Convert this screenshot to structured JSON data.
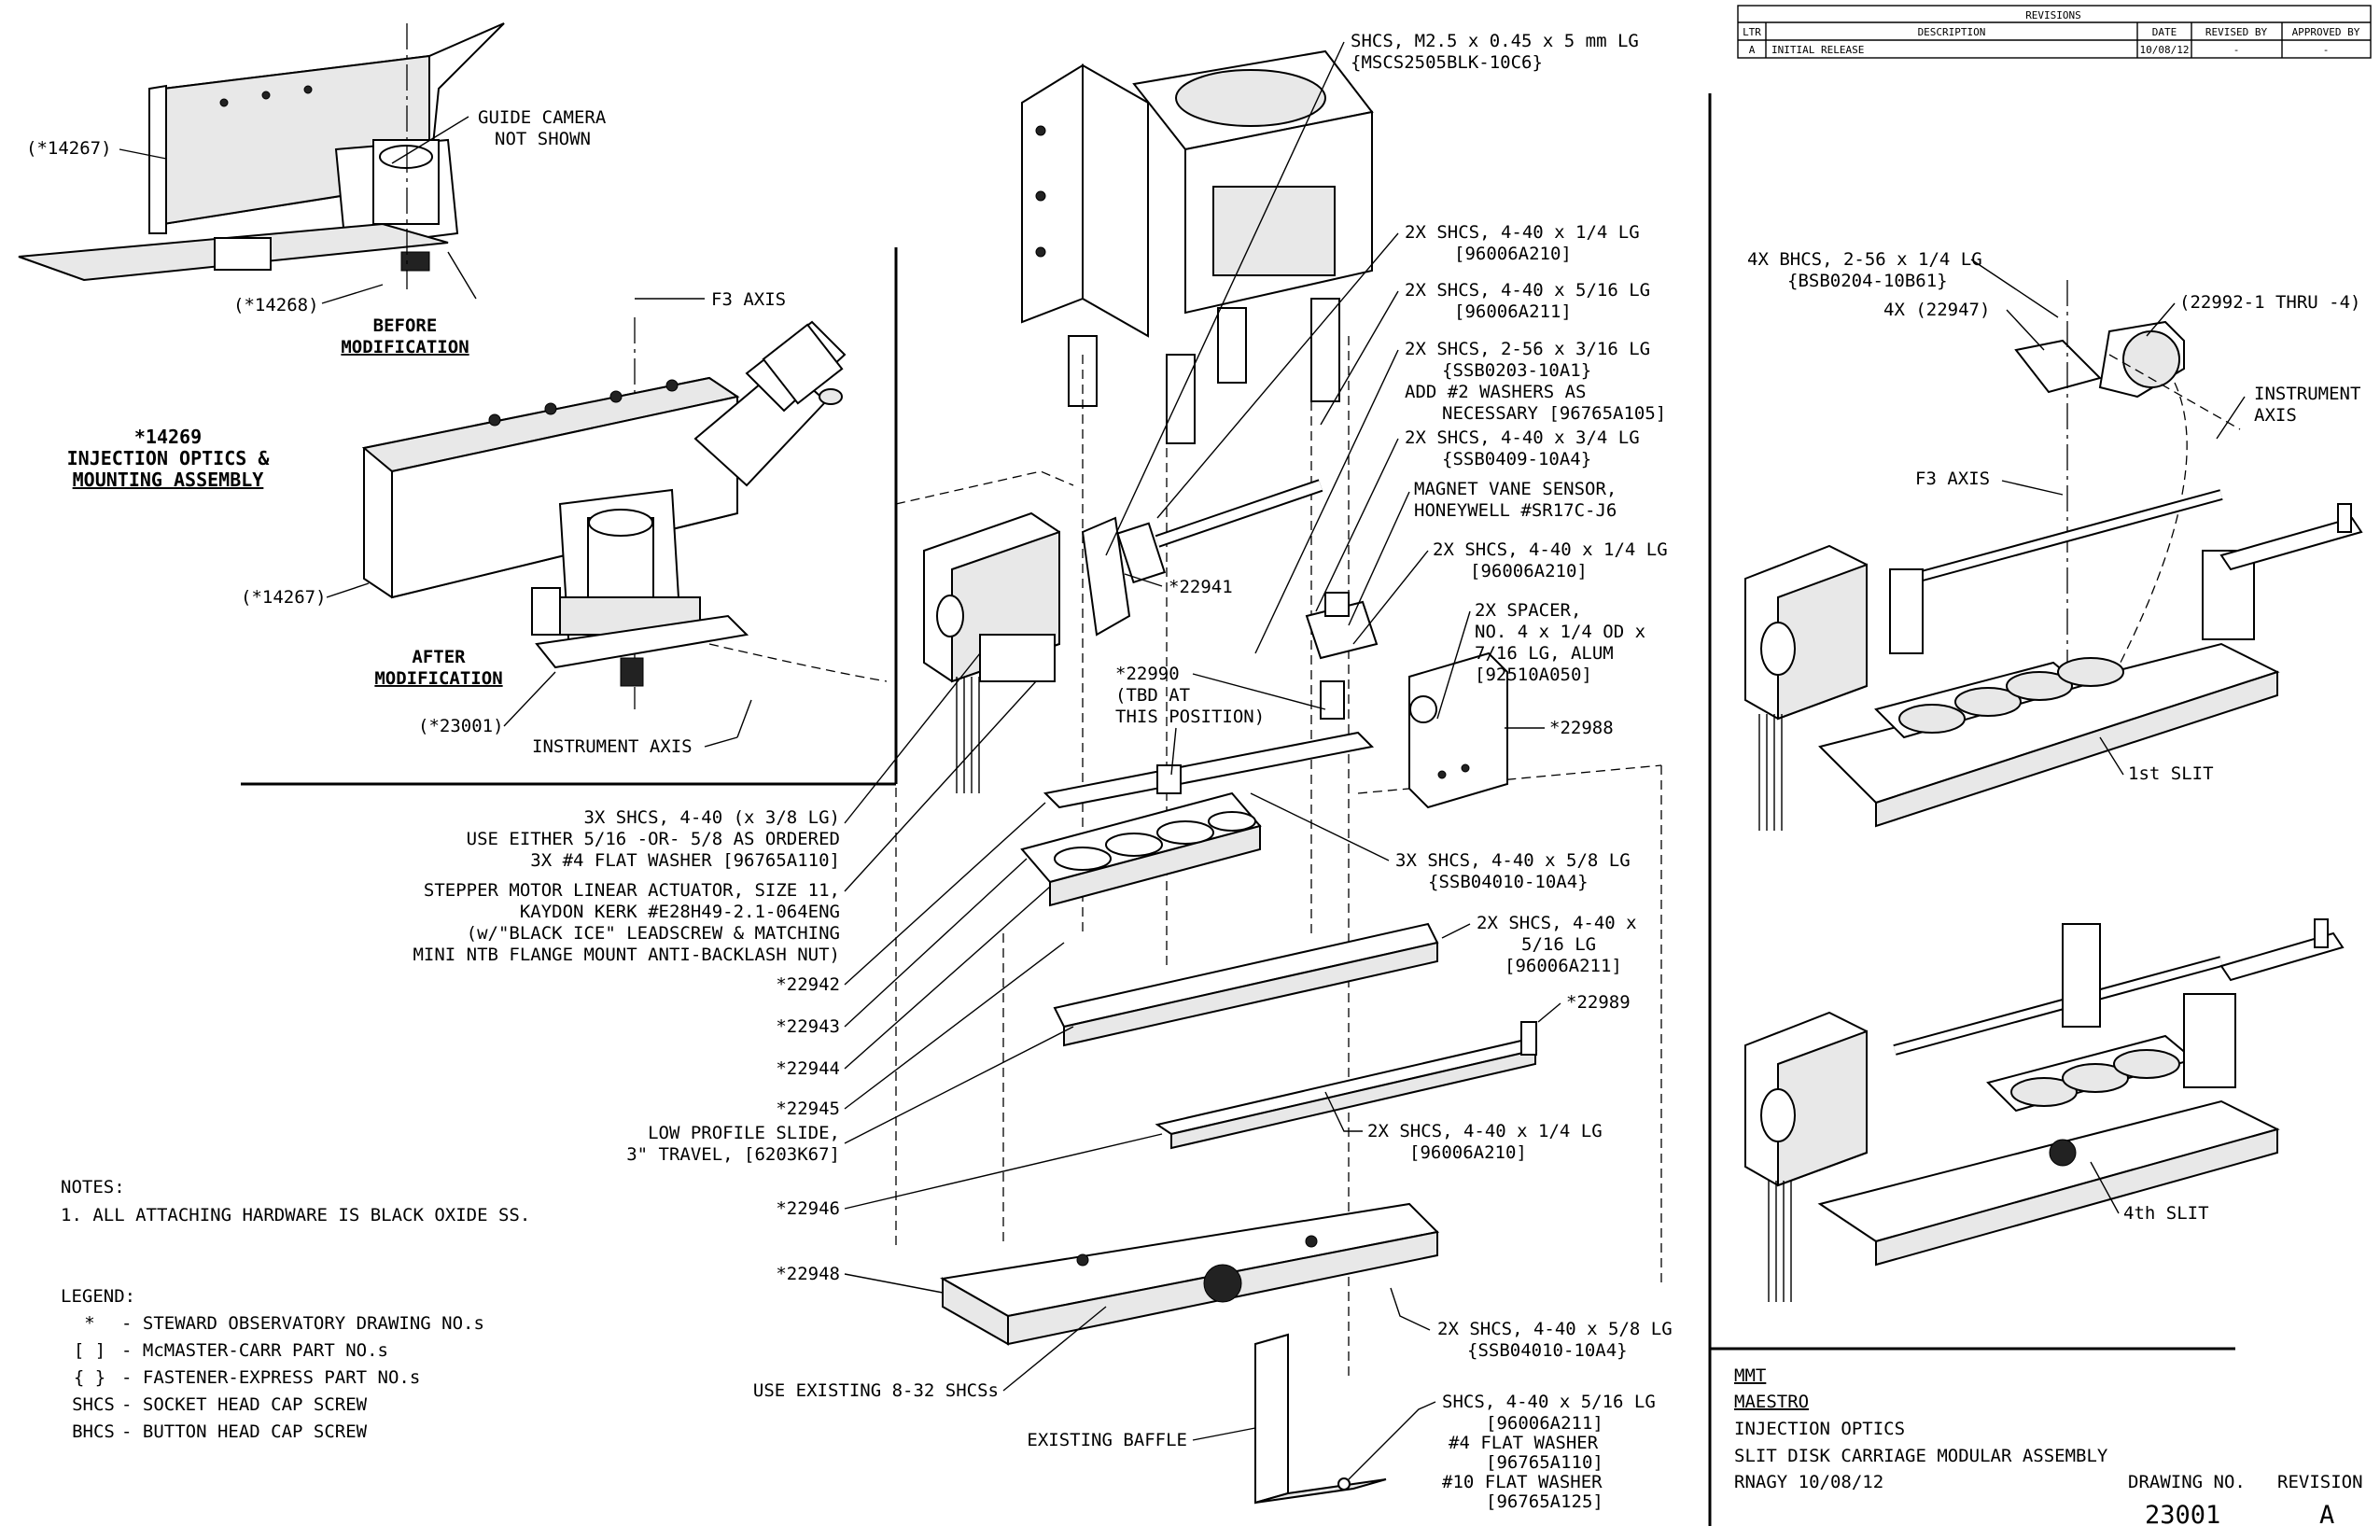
{
  "revisions": {
    "title": "REVISIONS",
    "headers": [
      "LTR",
      "DESCRIPTION",
      "DATE",
      "REVISED BY",
      "APPROVED BY"
    ],
    "rows": [
      [
        "A",
        "INITIAL RELEASE",
        "10/08/12",
        "-",
        "-"
      ]
    ]
  },
  "left_views": {
    "guide_camera_note": [
      "GUIDE CAMERA",
      "NOT SHOWN"
    ],
    "ref_14267_top": "(*14267)",
    "ref_14268": "(*14268)",
    "before_caption": [
      "BEFORE",
      "MODIFICATION"
    ],
    "f3_axis": "F3 AXIS",
    "assembly_title": [
      "*14269",
      "INJECTION OPTICS &",
      "MOUNTING ASSEMBLY"
    ],
    "ref_14267_bottom": "(*14267)",
    "after_caption": [
      "AFTER",
      "MODIFICATION"
    ],
    "ref_23001": "(*23001)",
    "instrument_axis": "INSTRUMENT AXIS"
  },
  "center_callouts_right": {
    "c1": [
      "SHCS, M2.5 x 0.45 x 5 mm LG",
      "{MSCS2505BLK-10C6}"
    ],
    "c2": [
      "2X SHCS, 4-40 x 1/4 LG",
      "[96006A210]"
    ],
    "c3": [
      "2X SHCS, 4-40 x 5/16 LG",
      "[96006A211]"
    ],
    "c4": [
      "2X SHCS, 2-56 x 3/16 LG",
      "{SSB0203-10A1}",
      "ADD #2 WASHERS AS",
      "NECESSARY [96765A105]"
    ],
    "c5": [
      "2X SHCS, 4-40 x 3/4 LG",
      "{SSB0409-10A4}"
    ],
    "c6": [
      "MAGNET VANE SENSOR,",
      "HONEYWELL #SR17C-J6"
    ],
    "c7": [
      "2X SHCS, 4-40 x 1/4 LG",
      "[96006A210]"
    ],
    "c8": [
      "2X SPACER,",
      "NO. 4 x 1/4 OD x",
      "7/16 LG, ALUM",
      "[92510A050]"
    ],
    "ref_22988": "*22988",
    "ref_22941": "*22941",
    "ref_22990": "*22990",
    "tbd": [
      "(TBD AT",
      "THIS POSITION)"
    ],
    "c9": [
      "3X SHCS, 4-40 x 5/8 LG",
      "{SSB04010-10A4}"
    ],
    "c10": [
      "2X SHCS, 4-40 x",
      "5/16 LG",
      "[96006A211]"
    ],
    "ref_22989": "*22989",
    "c11": [
      "2X SHCS, 4-40 x 1/4 LG",
      "[96006A210]"
    ],
    "c12": [
      "2X SHCS, 4-40 x 5/8 LG",
      "{SSB04010-10A4}"
    ],
    "c13": [
      "SHCS, 4-40 x 5/16 LG",
      "[96006A211]",
      "#4 FLAT WASHER",
      "[96765A110]",
      "#10 FLAT WASHER",
      "[96765A125]"
    ]
  },
  "center_callouts_left": {
    "c1": [
      "3X SHCS, 4-40 (x 3/8 LG)",
      "USE EITHER 5/16 -OR- 5/8 AS ORDERED",
      "3X #4 FLAT WASHER [96765A110]"
    ],
    "c2": [
      "STEPPER MOTOR LINEAR ACTUATOR, SIZE 11,",
      "KAYDON KERK #E28H49-2.1-064ENG",
      "(w/\"BLACK ICE\" LEADSCREW & MATCHING",
      "MINI NTB FLANGE MOUNT ANTI-BACKLASH NUT)"
    ],
    "refs": [
      "*22942",
      "*22943",
      "*22944",
      "*22945"
    ],
    "c3": [
      "LOW PROFILE SLIDE,",
      "3\" TRAVEL, [6203K67]"
    ],
    "ref_22946": "*22946",
    "ref_22948": "*22948",
    "existing_screws": "USE EXISTING 8-32 SHCSs",
    "existing_baffle": "EXISTING BAFFLE"
  },
  "right_views": {
    "c1": [
      "4X BHCS, 2-56 x 1/4 LG",
      "{BSB0204-10B61}"
    ],
    "ref_22947": "4X (22947)",
    "ref_22992": "(22992-1 THRU -4)",
    "instrument_axis": [
      "INSTRUMENT",
      "AXIS"
    ],
    "f3_axis": "F3 AXIS",
    "slit1": "1st SLIT",
    "slit4": "4th SLIT"
  },
  "notes": {
    "heading": "NOTES:",
    "items": [
      "1. ALL ATTACHING HARDWARE IS BLACK OXIDE SS."
    ]
  },
  "legend": {
    "heading": "LEGEND:",
    "items": [
      [
        "*",
        "- STEWARD OBSERVATORY DRAWING NO.s"
      ],
      [
        "[ ]",
        "- McMASTER-CARR PART NO.s"
      ],
      [
        "{ }",
        "- FASTENER-EXPRESS PART NO.s"
      ],
      [
        "SHCS",
        "- SOCKET HEAD CAP SCREW"
      ],
      [
        "BHCS",
        "- BUTTON HEAD CAP SCREW"
      ]
    ]
  },
  "title_block": {
    "org": "MMT",
    "project": "MAESTRO",
    "line1": "INJECTION OPTICS",
    "line2": "SLIT DISK CARRIAGE MODULAR ASSEMBLY",
    "author_date": "RNAGY  10/08/12",
    "dwg_label": "DRAWING NO.",
    "rev_label": "REVISION",
    "dwg_no": "23001",
    "rev": "A"
  }
}
